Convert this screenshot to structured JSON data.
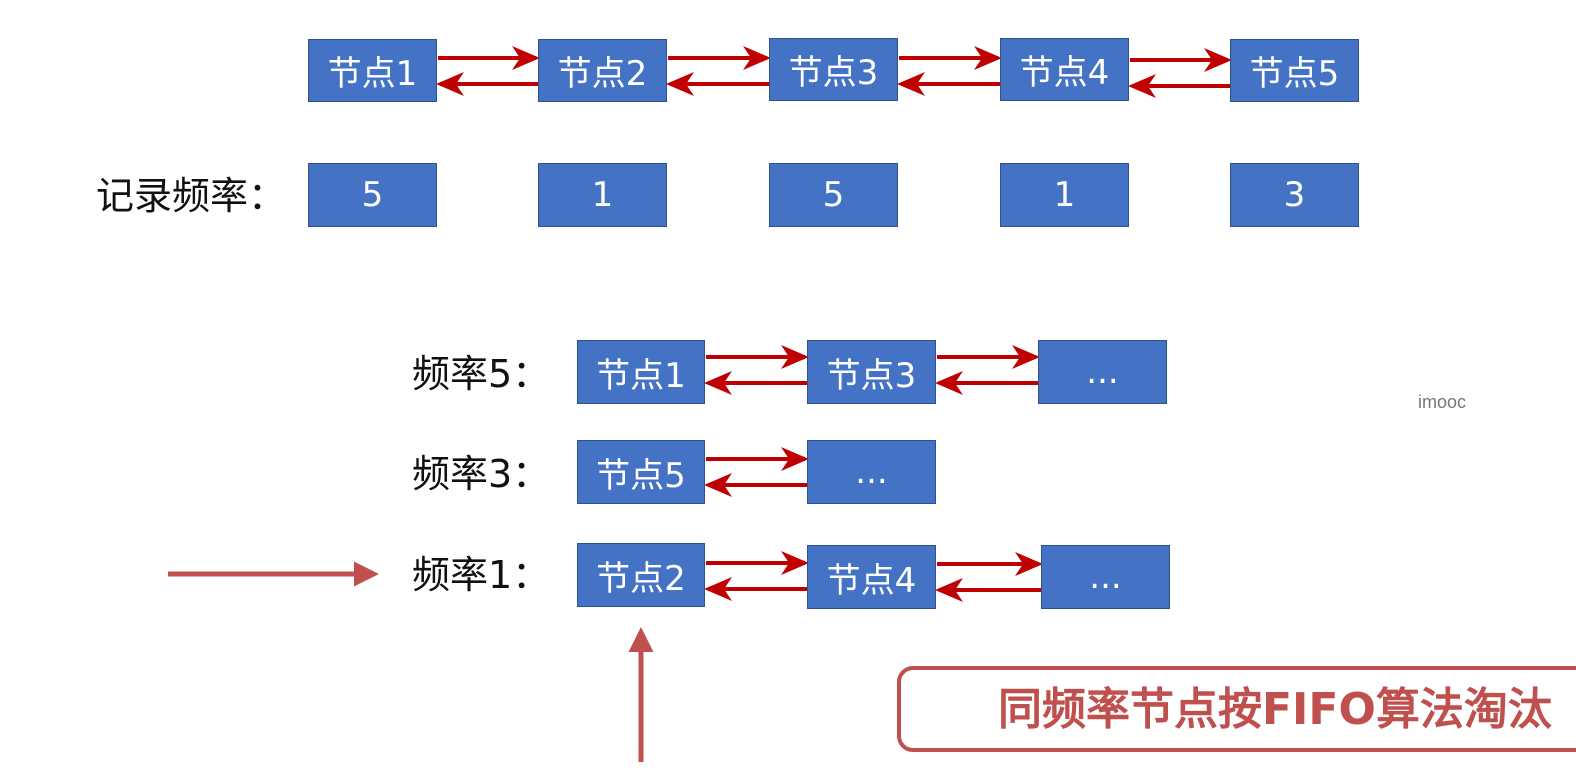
{
  "top_list": {
    "nodes": [
      "节点1",
      "节点2",
      "节点3",
      "节点4",
      "节点5"
    ]
  },
  "frequency_row": {
    "label": "记录频率：",
    "values": [
      "5",
      "1",
      "5",
      "1",
      "3"
    ]
  },
  "buckets": [
    {
      "label": "频率5：",
      "nodes": [
        "节点1",
        "节点3",
        "..."
      ]
    },
    {
      "label": "频率3：",
      "nodes": [
        "节点5",
        "..."
      ]
    },
    {
      "label": "频率1：",
      "nodes": [
        "节点2",
        "节点4",
        "..."
      ]
    }
  ],
  "watermark": "imooc",
  "callout": "同频率节点按FIFO算法淘汰",
  "colors": {
    "node_fill": "#4472c4",
    "link_arrow": "#c00000",
    "pointer_arrow": "#c0504d",
    "callout": "#c0504d"
  }
}
